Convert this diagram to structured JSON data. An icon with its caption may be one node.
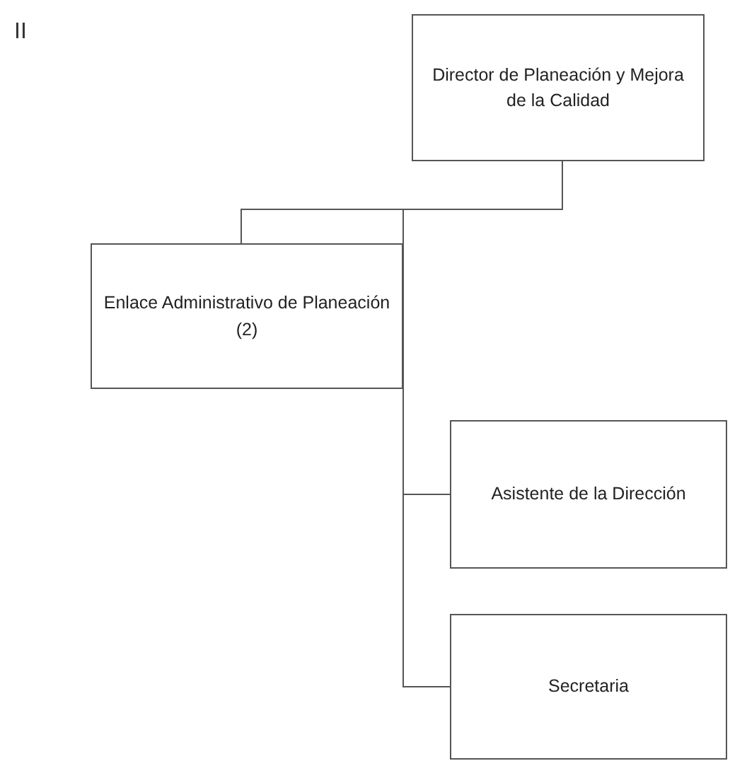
{
  "diagram": {
    "nodes": [
      {
        "text": [
          "Director de Planeación y Mejora de la Calidad"
        ]
      },
      {
        "text": [
          "Enlace Administrativo de Planeación (2)"
        ]
      },
      {
        "text": [
          "Asistente de la Dirección"
        ]
      },
      {
        "text": [
          "Secretaria"
        ]
      }
    ],
    "edges": [
      {
        "from": 0,
        "to": 1,
        "arrow": "none"
      },
      {
        "from": 0,
        "to": 2,
        "arrow": "none"
      },
      {
        "from": 0,
        "to": 3,
        "arrow": "none"
      }
    ],
    "labels": [
      "II"
    ]
  }
}
